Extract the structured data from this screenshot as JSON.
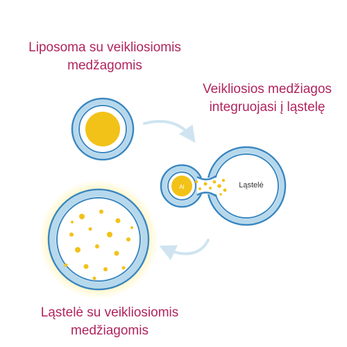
{
  "captions": {
    "liposome_line1": "Liposoma su veikliosiomis",
    "liposome_line2": "medžagomis",
    "integrates_line1": "Veikliosios medžiagos",
    "integrates_line2": "integruojasi į ląstelę",
    "cell_line1": "Ląstelė su veikliosiomis",
    "cell_line2": "medžiagomis"
  },
  "labels": {
    "cell": "Ląstelė",
    "active_ingredient": "AI"
  },
  "colors": {
    "caption": "#b0245c",
    "membrane_dark": "#3a87c0",
    "membrane_light": "#b6d8ec",
    "active_yellow": "#f2c218",
    "arrow": "#cfe4f0",
    "glow": "#fff3b0"
  }
}
